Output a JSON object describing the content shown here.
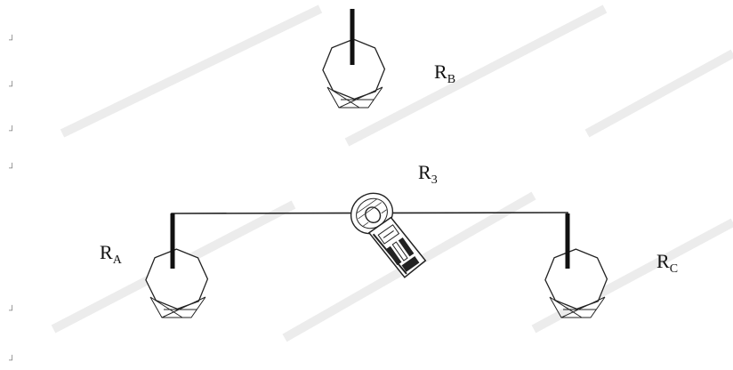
{
  "rods": {
    "a": {
      "label": "R",
      "sub": "A"
    },
    "b": {
      "label": "R",
      "sub": "B"
    },
    "c": {
      "label": "R",
      "sub": "C"
    }
  },
  "meter": {
    "label": "R",
    "sub": "3"
  },
  "margin_mark": "┘"
}
